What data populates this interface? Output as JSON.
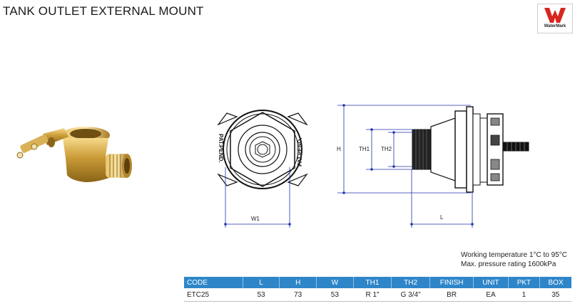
{
  "title": "TANK OUTLET EXTERNAL MOUNT",
  "logo": {
    "text": "WaterMark",
    "color": "#d7261e"
  },
  "drawing": {
    "front_mark_left": "PAT.PEND.",
    "front_mark_right": "PAT.PEND.",
    "dims": {
      "w1": "W1",
      "h": "H",
      "th1": "TH1",
      "th2": "TH2",
      "l": "L"
    },
    "dim_line_color": "#2233aa"
  },
  "notes": {
    "line1": "Working temperature 1°C to 95°C",
    "line2": "Max. pressure rating 1600kPa"
  },
  "table": {
    "header_color": "#2e86c9",
    "headers": {
      "code": "CODE",
      "l": "L",
      "h": "H",
      "w": "W",
      "th1": "TH1",
      "th2": "TH2",
      "finish": "FINISH",
      "unit": "UNIT",
      "pkt": "PKT",
      "box": "BOX"
    },
    "rows": [
      {
        "code": "ETC25",
        "l": "53",
        "h": "73",
        "w": "53",
        "th1": "R 1\"",
        "th2": "G 3/4\"",
        "finish": "BR",
        "unit": "EA",
        "pkt": "1",
        "box": "35"
      }
    ]
  }
}
